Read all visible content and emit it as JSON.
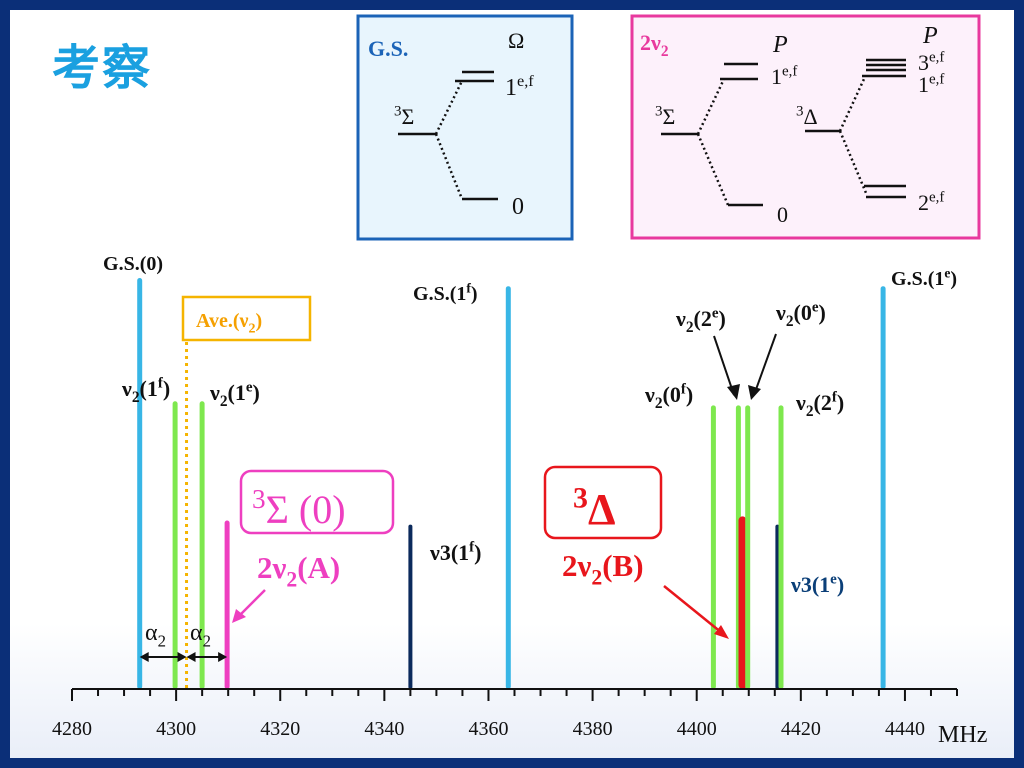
{
  "slide_title": "考察",
  "gs_box": {
    "title": "G.S.",
    "omega_header": "Ω",
    "state_label": "3Σ",
    "level_top": "1e,f",
    "level_bottom": "0"
  },
  "v2_box": {
    "title": "2ν2",
    "p_header_left": "P",
    "p_header_right": "P",
    "sigma_label": "3Σ",
    "sigma_level_top": "1e,f",
    "sigma_level_bottom": "0",
    "delta_label": "3Δ",
    "delta_level_top_a": "3e,f",
    "delta_level_top_b": "1e,f",
    "delta_level_bottom": "2e,f"
  },
  "annotations": {
    "gs0": "G.S.(0)",
    "gs1f": "G.S.(1f)",
    "gs1e": "G.S.(1e)",
    "ave": "Ave.(ν2)",
    "v2_1f": "ν2(1f)",
    "v2_1e": "ν2(1e)",
    "v2_0f": "ν2(0f)",
    "v2_2e": "ν2(2e)",
    "v2_0e": "ν2(0e)",
    "v2_2f": "ν2(2f)",
    "v3_1f": "ν3(1f)",
    "v3_1e": "ν3(1e)",
    "sigma_box": "3Σ (0)",
    "band_a": "2ν2(A)",
    "delta_box": "3Δ",
    "band_b": "2ν2(B)",
    "alpha1": "α2",
    "alpha2": "α2"
  },
  "axis": {
    "unit": "MHz",
    "min": 4280,
    "max": 4450,
    "ticks": [
      "4280",
      "4300",
      "4320",
      "4340",
      "4360",
      "4380",
      "4400",
      "4420",
      "4440"
    ]
  },
  "chart_data": {
    "type": "bar",
    "xlim": [
      4280,
      4450
    ],
    "xlabel": "MHz",
    "lines": [
      {
        "id": "gs-0",
        "freq": 4293.0,
        "height": 1.0,
        "color": "#38b6e6",
        "group": "G.S."
      },
      {
        "id": "v2-1f",
        "freq": 4299.8,
        "height": 0.7,
        "color": "#7ee84e",
        "group": "ν2"
      },
      {
        "id": "v2-1e",
        "freq": 4305.0,
        "height": 0.7,
        "color": "#7ee84e",
        "group": "ν2"
      },
      {
        "id": "2v2-a",
        "freq": 4309.8,
        "height": 0.41,
        "color": "#ee3fc0",
        "group": "2ν2"
      },
      {
        "id": "v3-1f",
        "freq": 4345.0,
        "height": 0.4,
        "color": "#0b2a5c",
        "group": "ν3"
      },
      {
        "id": "gs-1f",
        "freq": 4363.8,
        "height": 0.98,
        "color": "#38b6e6",
        "group": "G.S."
      },
      {
        "id": "v2-0f",
        "freq": 4403.2,
        "height": 0.69,
        "color": "#7ee84e",
        "group": "ν2"
      },
      {
        "id": "v2-2e",
        "freq": 4408.0,
        "height": 0.69,
        "color": "#7ee84e",
        "group": "ν2"
      },
      {
        "id": "2v2-b",
        "freq": 4408.8,
        "height": 0.42,
        "color": "#e8161c",
        "group": "2ν2"
      },
      {
        "id": "v2-0e",
        "freq": 4409.8,
        "height": 0.69,
        "color": "#7ee84e",
        "group": "ν2"
      },
      {
        "id": "v3-1e",
        "freq": 4415.5,
        "height": 0.4,
        "color": "#0b2a5c",
        "group": "ν3"
      },
      {
        "id": "v2-2f",
        "freq": 4416.2,
        "height": 0.69,
        "color": "#7ee84e",
        "group": "ν2"
      },
      {
        "id": "gs-1e",
        "freq": 4435.8,
        "height": 0.98,
        "color": "#38b6e6",
        "group": "G.S."
      }
    ],
    "average_line": {
      "freq": 4302.0,
      "color": "#f5b400"
    },
    "colors": {
      "ground": "#38b6e6",
      "v2": "#7ee84e",
      "sigma": "#ee3fc0",
      "delta": "#e8161c",
      "v3": "#0b2a5c",
      "ave": "#f5b400"
    }
  }
}
